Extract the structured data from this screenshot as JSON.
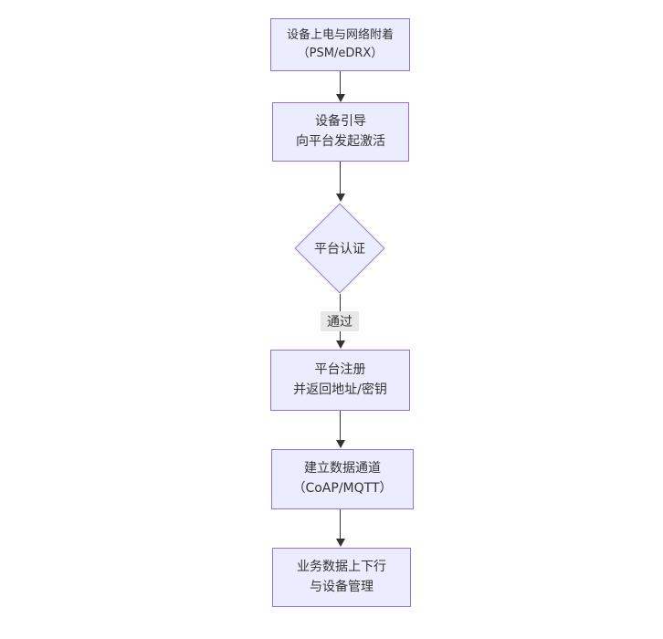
{
  "diagram": {
    "type": "flowchart",
    "direction": "top-down",
    "colors": {
      "background": "#ffffff",
      "node_fill": "#ECECFF",
      "node_border": "#9370DB",
      "text": "#333333",
      "edge": "#333333",
      "edge_label_bg": "#e8e8e8"
    },
    "nodes": [
      {
        "id": "power-attach",
        "shape": "rect",
        "line1": "设备上电与网络附着",
        "line2": "（PSM/eDRX）"
      },
      {
        "id": "bootstrap",
        "shape": "rect",
        "line1": "设备引导",
        "line2": "向平台发起激活"
      },
      {
        "id": "auth",
        "shape": "diamond",
        "label": "平台认证"
      },
      {
        "id": "register",
        "shape": "rect",
        "line1": "平台注册",
        "line2": "并返回地址/密钥"
      },
      {
        "id": "channel",
        "shape": "rect",
        "line1": "建立数据通道",
        "line2": "（CoAP/MQTT）"
      },
      {
        "id": "business",
        "shape": "rect",
        "line1": "业务数据上下行",
        "line2": "与设备管理"
      }
    ],
    "edges": [
      {
        "from": "power-attach",
        "to": "bootstrap",
        "label": ""
      },
      {
        "from": "bootstrap",
        "to": "auth",
        "label": ""
      },
      {
        "from": "auth",
        "to": "register",
        "label": "通过"
      },
      {
        "from": "register",
        "to": "channel",
        "label": ""
      },
      {
        "from": "channel",
        "to": "business",
        "label": ""
      }
    ]
  }
}
